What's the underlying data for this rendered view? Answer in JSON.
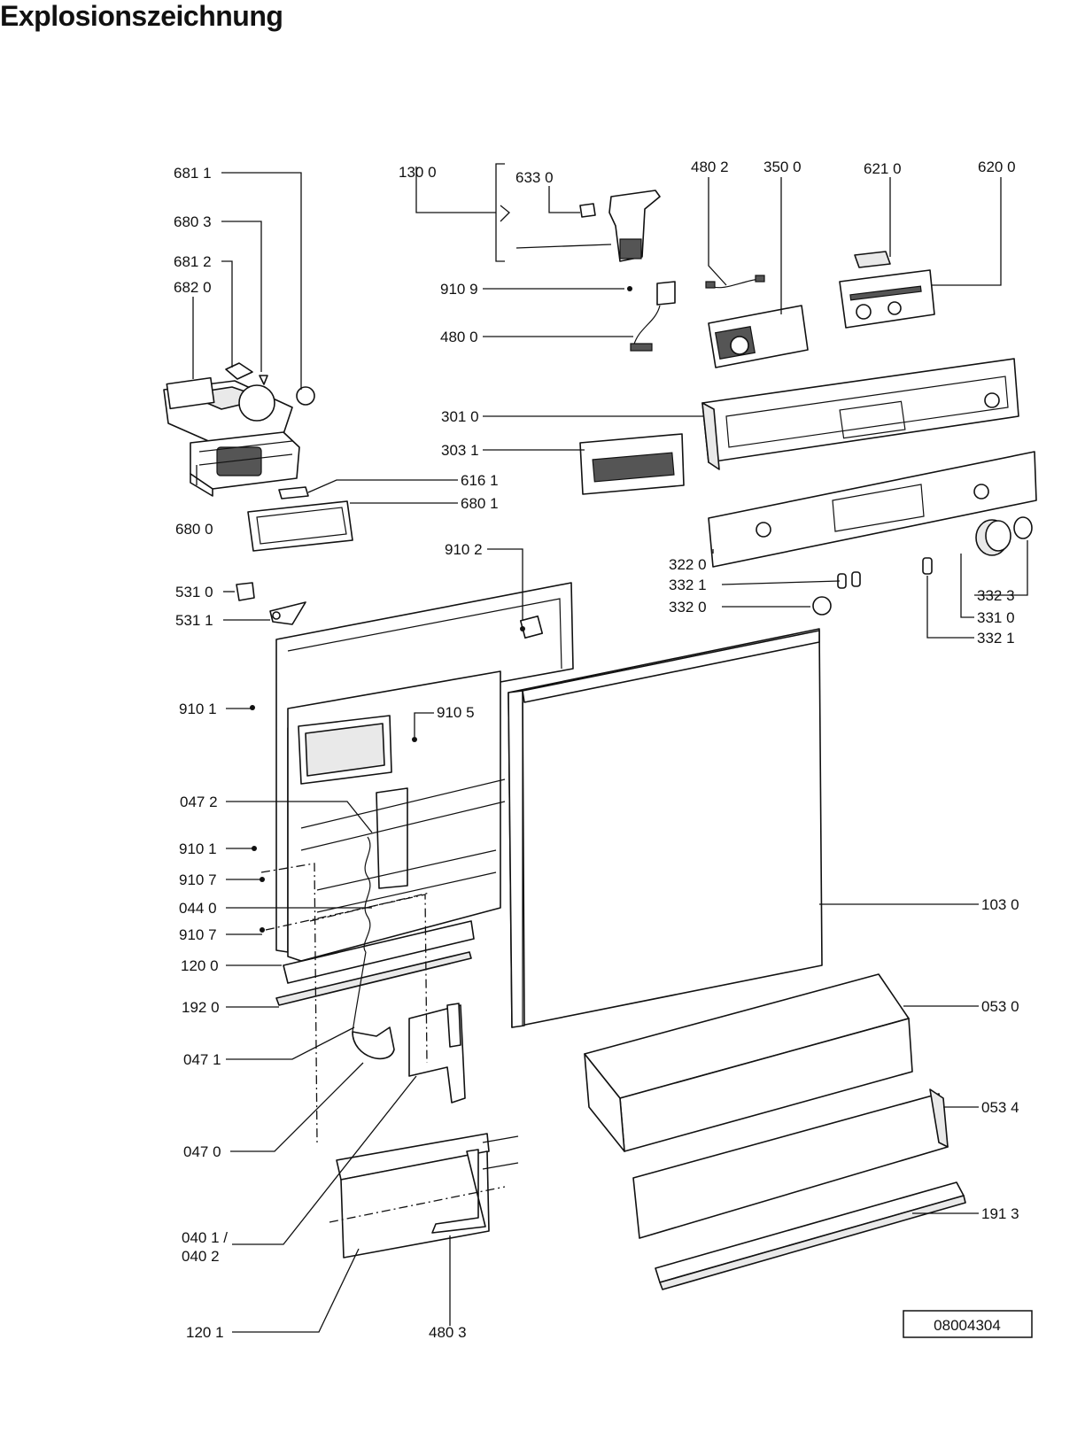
{
  "title": "Explosionszeichnung",
  "reference_number": "08004304",
  "parts": {
    "p6811": "681 1",
    "p6803": "680 3",
    "p6812": "681 2",
    "p6820": "682 0",
    "p6800": "680 0",
    "p6161": "616 1",
    "p6801": "680 1",
    "p1300": "130 0",
    "p6330": "633 0",
    "p9109": "910 9",
    "p4800": "480 0",
    "p4802": "480 2",
    "p3500": "350 0",
    "p6210": "621 0",
    "p6200": "620 0",
    "p3010": "301 0",
    "p3031": "303 1",
    "p9102": "910 2",
    "p3220": "322 0",
    "p3321a": "332 1",
    "p3320": "332 0",
    "p3323": "332 3",
    "p3310": "331 0",
    "p3321b": "332 1",
    "p5310": "531 0",
    "p5311": "531 1",
    "p9101a": "910 1",
    "p9105": "910 5",
    "p0472": "047 2",
    "p9101b": "910 1",
    "p9107a": "910 7",
    "p0440": "044 0",
    "p9107b": "910 7",
    "p1200": "120 0",
    "p1920": "192 0",
    "p0471": "047 1",
    "p0470": "047 0",
    "p0401": "040 1 /",
    "p0402": "040 2",
    "p1201": "120 1",
    "p4803": "480 3",
    "p1030": "103 0",
    "p0530": "053 0",
    "p0534": "053 4",
    "p1913": "191 3"
  }
}
